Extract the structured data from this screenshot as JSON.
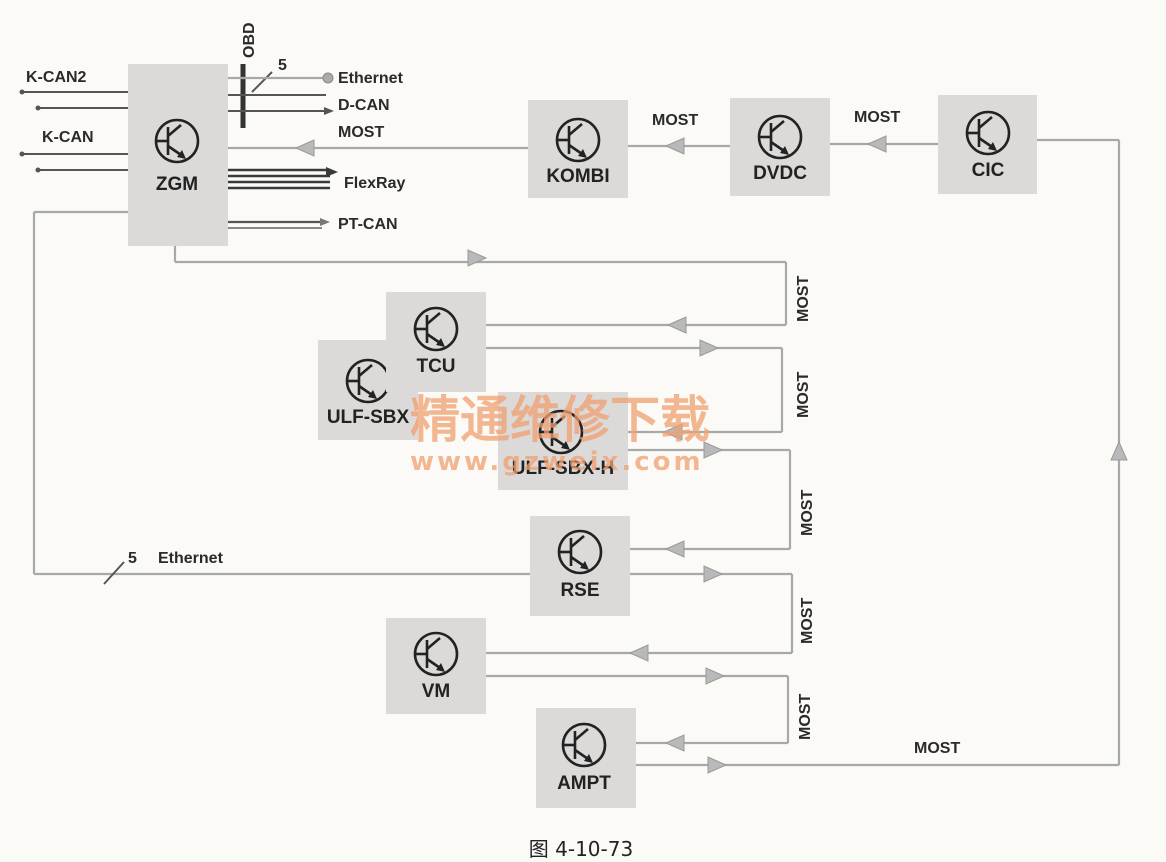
{
  "ecus": {
    "zgm": "ZGM",
    "kombi": "KOMBI",
    "dvdc": "DVDC",
    "cic": "CIC",
    "tcu": "TCU",
    "ulf_sbx": "ULF-SBX",
    "ulf_sbx_h": "ULF-SBX-H",
    "rse": "RSE",
    "vm": "VM",
    "ampt": "AMPT"
  },
  "buses": {
    "k_can2": "K-CAN2",
    "k_can": "K-CAN",
    "obd": "OBD",
    "obd_count": "5",
    "ethernet": "Ethernet",
    "d_can": "D-CAN",
    "most_zgm": "MOST",
    "flexray": "FlexRay",
    "pt_can": "PT-CAN",
    "most_kombi_dvdc": "MOST",
    "most_dvdc_cic": "MOST",
    "most_right_1": "MOST",
    "most_right_2": "MOST",
    "most_right_3": "MOST",
    "most_right_4": "MOST",
    "most_right_5": "MOST",
    "most_bottom": "MOST",
    "eth_rse_count": "5",
    "eth_rse": "Ethernet"
  },
  "watermark": {
    "line1": "精通维修下载",
    "line2": "www.gzweix.com"
  },
  "caption": "图 4-10-73",
  "colors": {
    "box_fill": "#dcdad8",
    "ring_line": "#a8a8a8",
    "watermark": "#f0a070"
  }
}
